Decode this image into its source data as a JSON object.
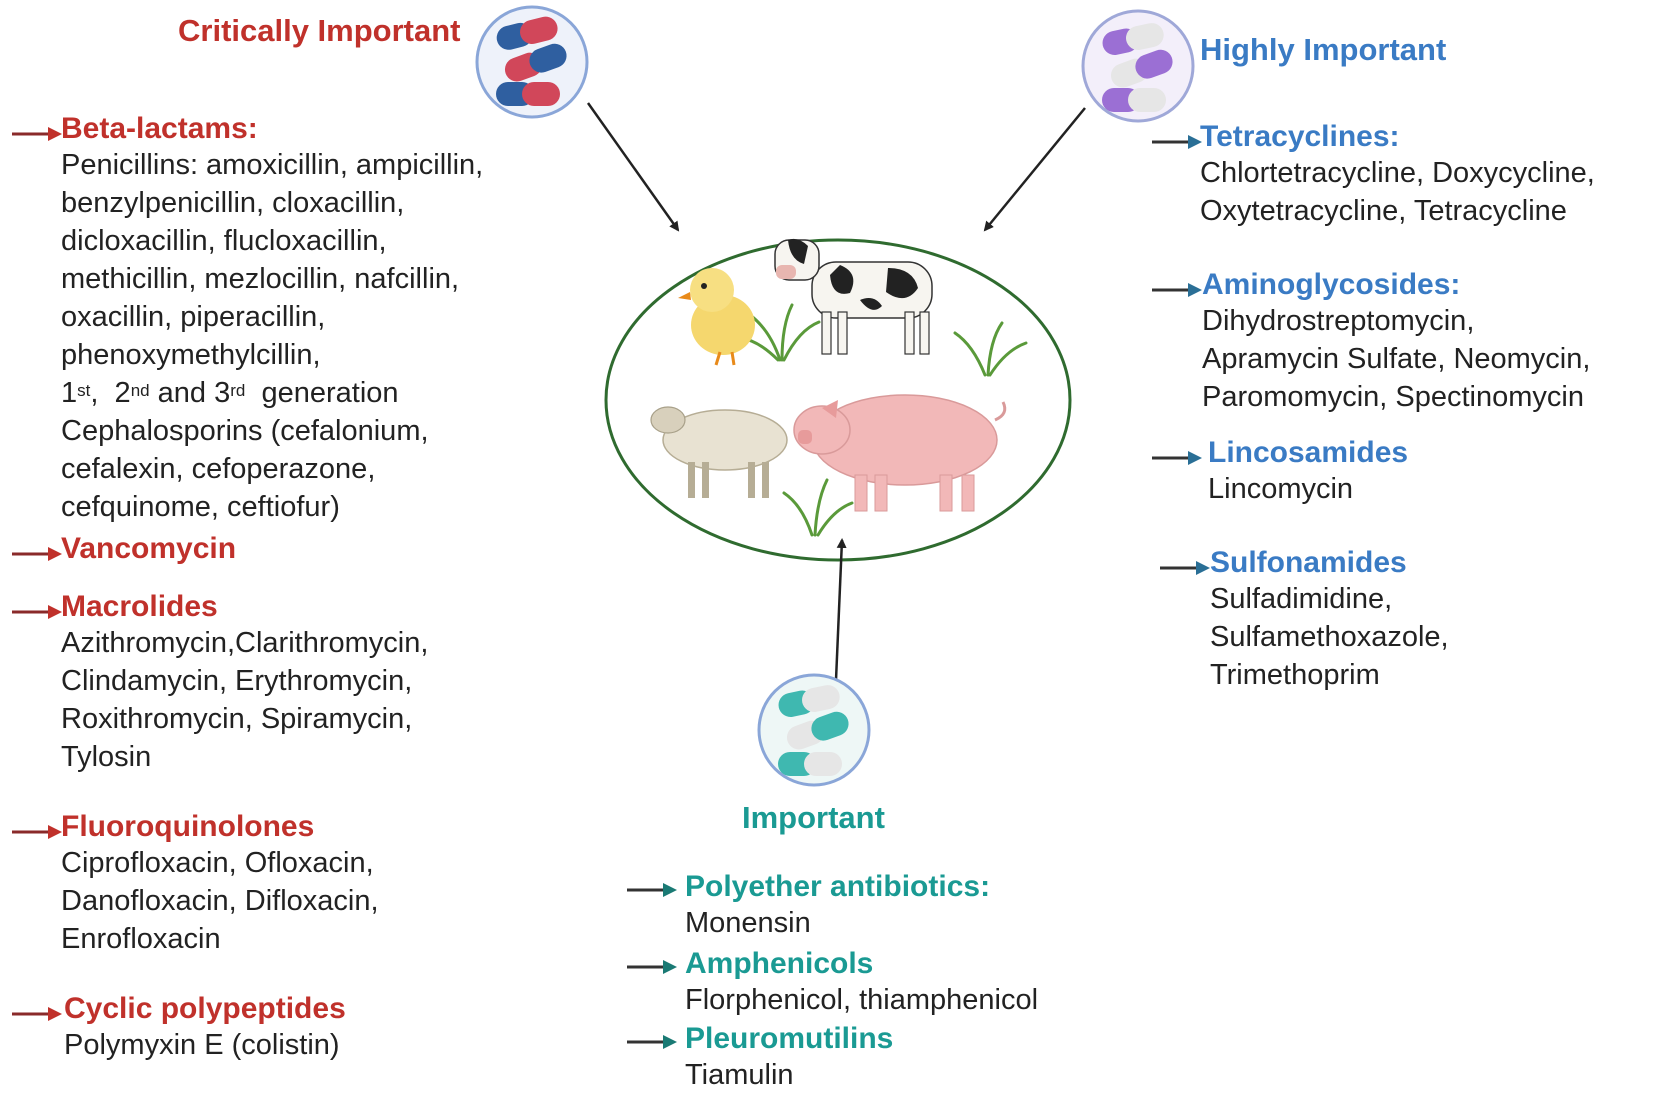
{
  "colors": {
    "critical": "#c0312b",
    "high": "#3a7bc4",
    "important": "#1a9a93",
    "ellipse": "#2f6b2f",
    "arrow": "#222222"
  },
  "titles": {
    "critical": "Critically Important",
    "high": "Highly Important",
    "important": "Important"
  },
  "critical": [
    {
      "name": "Beta-lactams:",
      "lines": [
        "Penicillins: amoxicillin, ampicillin,",
        "benzylpenicillin, cloxacillin,",
        "dicloxacillin, flucloxacillin,",
        "methicillin, mezlocillin, nafcillin,",
        "oxacillin, piperacillin,",
        "phenoxymethylcillin,"
      ]
    },
    {
      "name": "Vancomycin",
      "lines": []
    },
    {
      "name": "Macrolides",
      "lines": [
        "Azithromycin,Clarithromycin,",
        "Clindamycin, Erythromycin,",
        "Roxithromycin, Spiramycin,",
        "Tylosin"
      ]
    },
    {
      "name": "Fluoroquinolones",
      "lines": [
        "Ciprofloxacin, Ofloxacin,",
        "Danofloxacin, Difloxacin,",
        "Enrofloxacin"
      ]
    },
    {
      "name": "Cyclic polypeptides",
      "lines": [
        "Polymyxin E (colistin)"
      ]
    }
  ],
  "generation": {
    "n1": "1",
    "s1": "st",
    "sep1": ",  ",
    "n2": "2",
    "s2": "nd",
    "mid": " and ",
    "n3": "3",
    "s3": "rd",
    "end": "  generation"
  },
  "cephalosporins": [
    "Cephalosporins (cefalonium,",
    "cefalexin, cefoperazone,",
    "cefquinome, ceftiofur)"
  ],
  "high": [
    {
      "name": "Tetracyclines:",
      "lines": [
        "Chlortetracycline, Doxycycline,",
        "Oxytetracycline, Tetracycline"
      ]
    },
    {
      "name": "Aminoglycosides:",
      "lines": [
        "Dihydrostreptomycin,",
        "Apramycin Sulfate, Neomycin,",
        "Paromomycin, Spectinomycin"
      ]
    },
    {
      "name": "Lincosamides",
      "lines": [
        "Lincomycin"
      ]
    },
    {
      "name": "Sulfonamides",
      "lines": [
        "Sulfadimidine,",
        "Sulfamethoxazole,",
        "Trimethoprim"
      ]
    }
  ],
  "important": [
    {
      "name": "Polyether antibiotics:",
      "lines": [
        "Monensin"
      ]
    },
    {
      "name": "Amphenicols",
      "lines": [
        "Florphenicol, thiamphenicol"
      ]
    },
    {
      "name": "Pleuromutilins",
      "lines": [
        "Tiamulin"
      ]
    }
  ]
}
